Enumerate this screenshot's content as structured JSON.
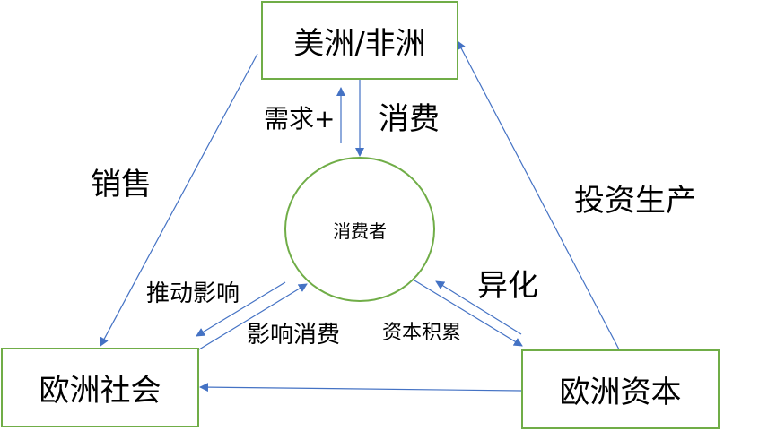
{
  "nodes": {
    "top": "美洲/非洲",
    "left": "欧洲社会",
    "right": "欧洲资本",
    "center": "消费者"
  },
  "edge_labels": {
    "demand": "需求+",
    "consume": "消费",
    "sales": "销售",
    "invest": "投资生产",
    "push": "推动影响",
    "influence": "影响消费",
    "alienation": "异化",
    "accumulation": "资本积累"
  },
  "colors": {
    "node_border": "#70AD47",
    "arrow": "#4472C4",
    "text": "#000000"
  }
}
